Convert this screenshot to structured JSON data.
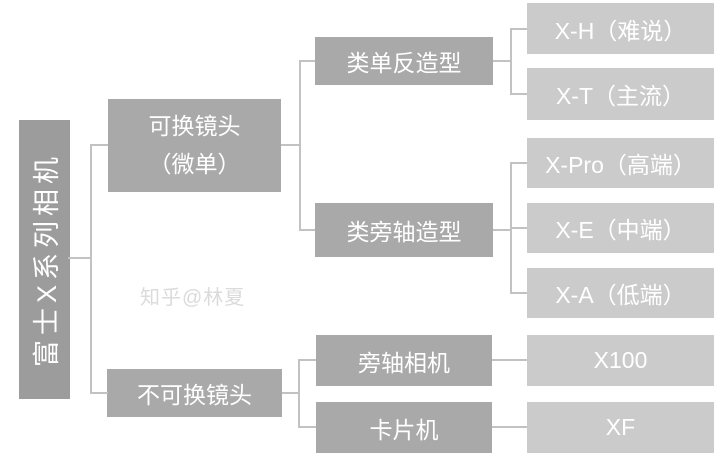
{
  "diagram": {
    "root": {
      "label": "富士X系列相机"
    },
    "branches": [
      {
        "label": "可换镜头",
        "sublabel": "（微单）",
        "children": [
          {
            "label": "类单反造型",
            "children": [
              {
                "label": "X-H（难说）"
              },
              {
                "label": "X-T（主流）"
              }
            ]
          },
          {
            "label": "类旁轴造型",
            "children": [
              {
                "label": "X-Pro（高端）"
              },
              {
                "label": "X-E（中端）"
              },
              {
                "label": "X-A（低端）"
              }
            ]
          }
        ]
      },
      {
        "label": "不可换镜头",
        "children": [
          {
            "label": "旁轴相机",
            "children": [
              {
                "label": "X100"
              }
            ]
          },
          {
            "label": "卡片机",
            "children": [
              {
                "label": "XF"
              }
            ]
          }
        ]
      }
    ]
  },
  "watermark": {
    "label": "知乎@林夏"
  },
  "colors": {
    "root_box": "#9c9c9c",
    "branch_box": "#a9a9a9",
    "leaf_box": "#cbcbcb",
    "connector": "#c2c2c2",
    "text": "#ffffff",
    "watermark": "#dbdbdb",
    "background": "#ffffff"
  }
}
